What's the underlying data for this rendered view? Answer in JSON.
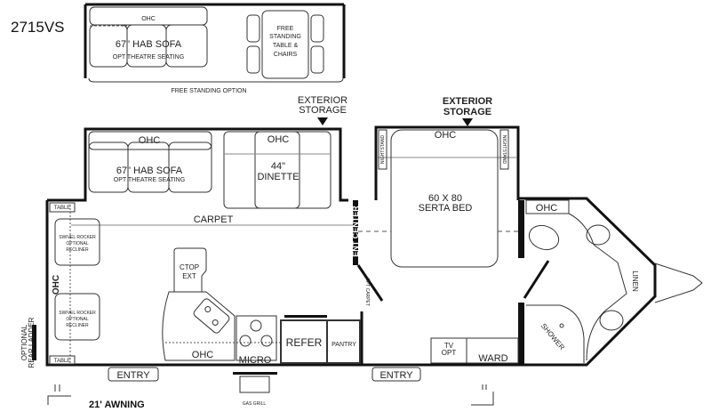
{
  "model": "2715VS",
  "inset": {
    "ohc": "OHC",
    "sofa": "67\" HAB SOFA",
    "sofa_option": "OPT THEATRE SEATING",
    "table_lines": [
      "FREE",
      "STANDING",
      "TABLE &",
      "CHAIRS"
    ],
    "caption": "FREE STANDING OPTION"
  },
  "slideout": {
    "exterior_storage_left": [
      "EXTERIOR",
      "STORAGE"
    ],
    "ohc_sofa": "OHC",
    "sofa": "67\" HAB SOFA",
    "sofa_option": "OPT THEATRE SEATING",
    "ohc_dinette": "OHC",
    "dinette": [
      "44\"",
      "DINETTE"
    ]
  },
  "bedroom": {
    "exterior_storage_right": [
      "EXTERIOR",
      "STORAGE"
    ],
    "ohc": "OHC",
    "nightstand": "NIGHTSTAND",
    "bed": [
      "60 X 80",
      "SERTA BED"
    ],
    "ent_center": "ENT CENTER",
    "opt_carpet": "OPT CARPET",
    "tv_opt": [
      "TV",
      "OPT"
    ],
    "ward": "WARD"
  },
  "living": {
    "table": "TABLE",
    "carpet": "CARPET",
    "rocker": [
      "SWIVEL ROCKER",
      "OPTIONAL",
      "RECLINER"
    ],
    "ohc_rear": "OHC",
    "ctop_ext": [
      "CTOP",
      "EXT"
    ],
    "ohc_kitchen": "OHC",
    "micro": "MICRO",
    "refer": "REFER",
    "pantry": "PANTRY",
    "rear_ladder": [
      "OPTIONAL",
      "REAR LADDER"
    ]
  },
  "bath": {
    "ohc": "OHC",
    "linen": "LINEN",
    "shower": "SHOWER"
  },
  "exterior": {
    "entry": "ENTRY",
    "gas_grill": "GAS GRILL",
    "awning": "21' AWNING"
  }
}
